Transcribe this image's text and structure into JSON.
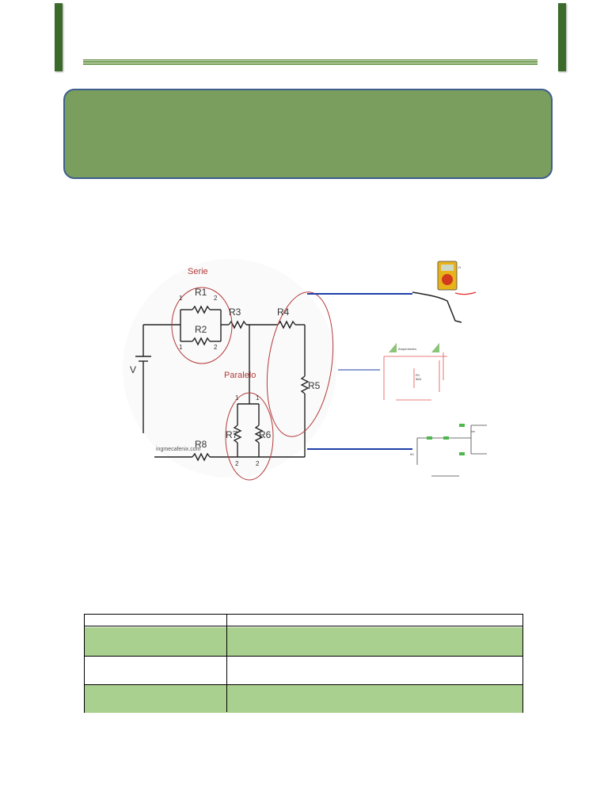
{
  "header": {
    "title": ""
  },
  "figure": {
    "labels": {
      "serie": "Serie",
      "paralelo": "Paralelo",
      "r1": "R1",
      "r2": "R2",
      "r3": "R3",
      "r4": "R4",
      "r5": "R5",
      "r6": "R6",
      "r7": "R7",
      "r8": "R8",
      "v": "V",
      "n1a": "1",
      "n2a": "2",
      "n1b": "1",
      "n2b": "2",
      "n1c": "1",
      "n1d": "1",
      "n2c": "2",
      "n2d": "2",
      "watermark": "ingmecafenix.com",
      "amperimetro": "Amperímetro",
      "r1small": "R1",
      "ohm": "5kΩ",
      "batt": "9V"
    }
  },
  "table": {
    "rows": [
      [
        "",
        ""
      ],
      [
        "",
        ""
      ],
      [
        "",
        ""
      ],
      [
        "",
        ""
      ]
    ]
  }
}
